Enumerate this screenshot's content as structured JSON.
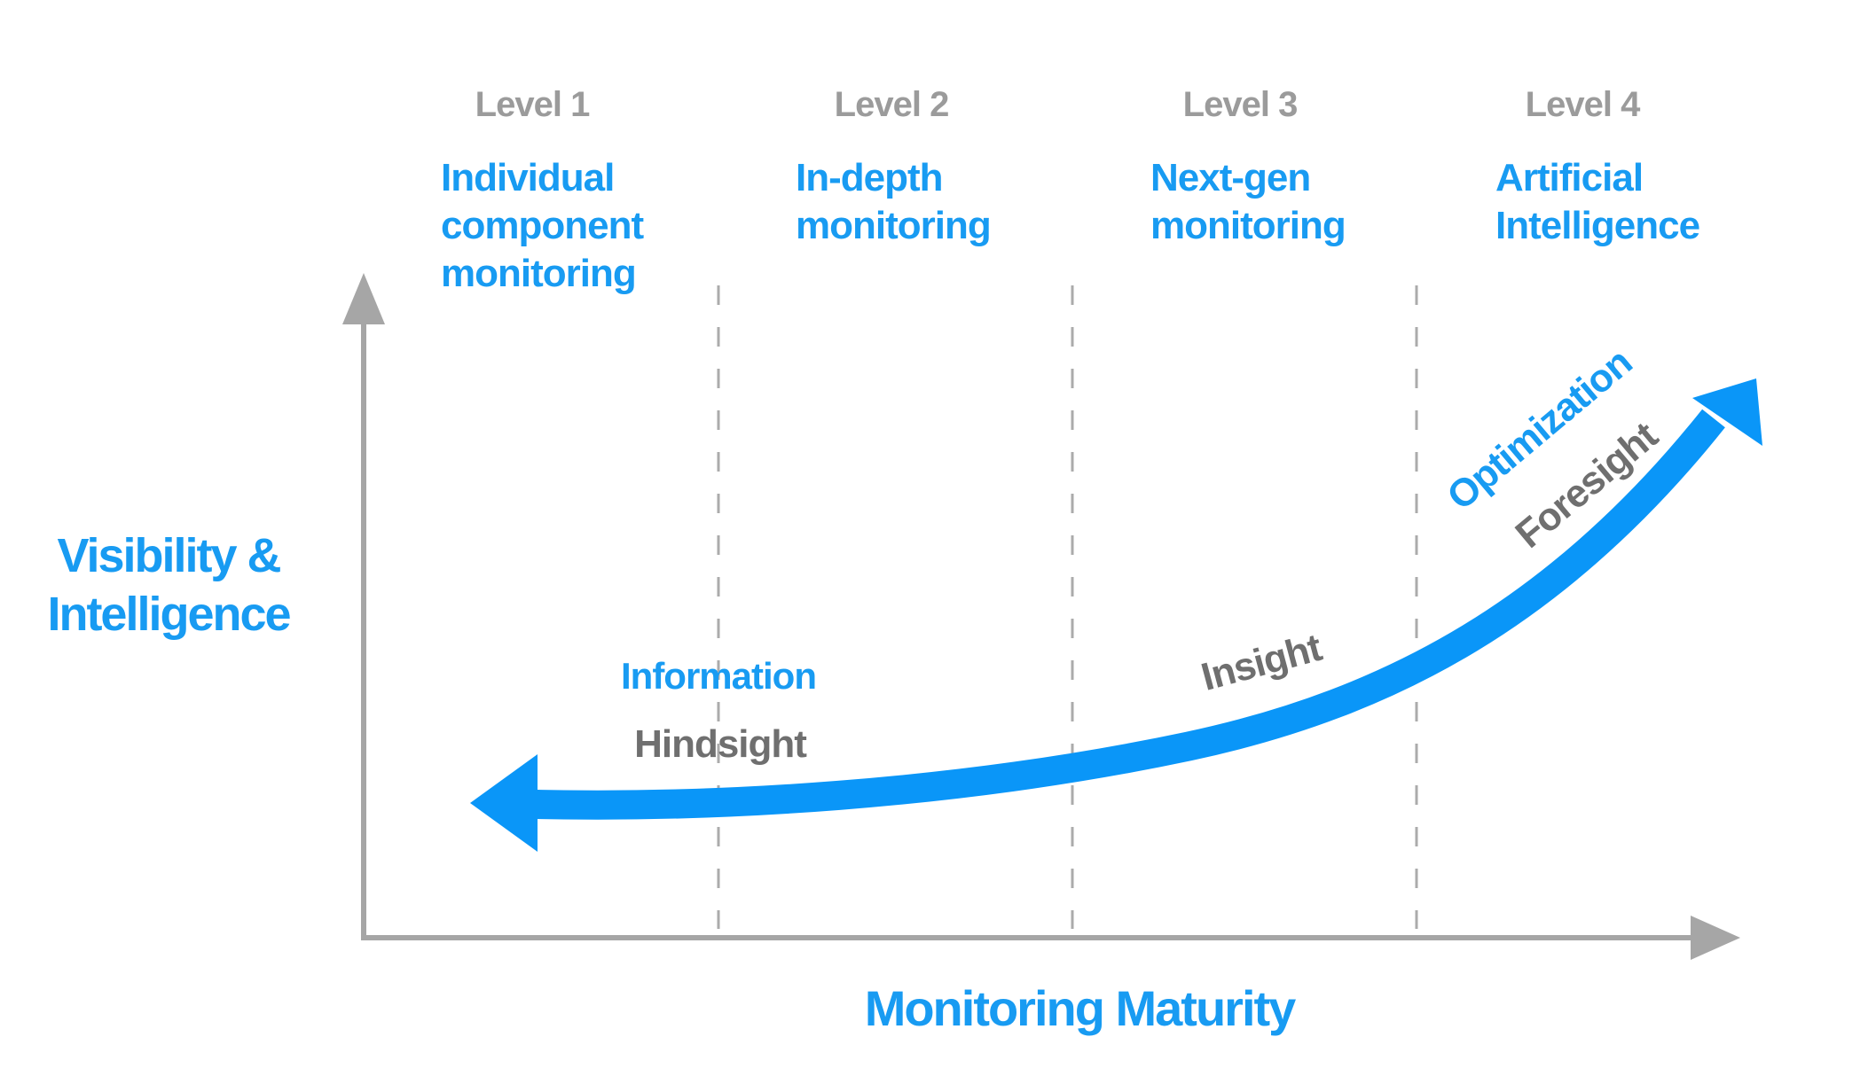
{
  "theme": {
    "background": "#FFFFFF",
    "accent_blue": "#189BF2",
    "curve_blue": "#0A96F8",
    "gray_label": "#9B9B9B",
    "gray_dark": "#6F6F6F",
    "axis_gray": "#A6A6A6",
    "dash_gray": "#ABABAB"
  },
  "y_axis": {
    "label": "Visibility &\nIntelligence"
  },
  "x_axis": {
    "label": "Monitoring Maturity"
  },
  "levels": [
    {
      "level": "Level 1",
      "title": "Individual\ncomponent\nmonitoring"
    },
    {
      "level": "Level 2",
      "title": "In-depth\nmonitoring"
    },
    {
      "level": "Level 3",
      "title": "Next-gen\nmonitoring"
    },
    {
      "level": "Level 4",
      "title": "Artificial\nIntelligence"
    }
  ],
  "curve_labels": {
    "information": "Information",
    "hindsight": "Hindsight",
    "insight": "Insight",
    "optimization": "Optimization",
    "foresight": "Foresight"
  }
}
